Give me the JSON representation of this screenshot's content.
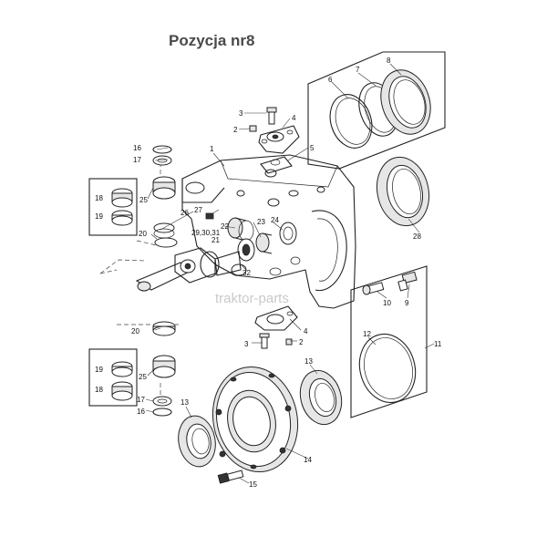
{
  "title": "Pozycja nr8",
  "watermark": "traktor-parts",
  "labels": {
    "l1": "1",
    "l2a": "2",
    "l2b": "2",
    "l3a": "3",
    "l3b": "3",
    "l4a": "4",
    "l4b": "4",
    "l5": "5",
    "l6": "6",
    "l7": "7",
    "l8": "8",
    "l9": "9",
    "l10": "10",
    "l11": "11",
    "l12": "12",
    "l13a": "13",
    "l13b": "13",
    "l14": "14",
    "l15": "15",
    "l16a": "16",
    "l16b": "16",
    "l17a": "17",
    "l17b": "17",
    "l18a": "18",
    "l18b": "18",
    "l19a": "19",
    "l19b": "19",
    "l20a": "20",
    "l20b": "20",
    "l21": "21",
    "l22": "22",
    "l23": "23",
    "l24": "24",
    "l25a": "25",
    "l25b": "25",
    "l26": "26",
    "l27": "27",
    "l28": "28",
    "l29": "29,30,31",
    "l32": "32"
  }
}
